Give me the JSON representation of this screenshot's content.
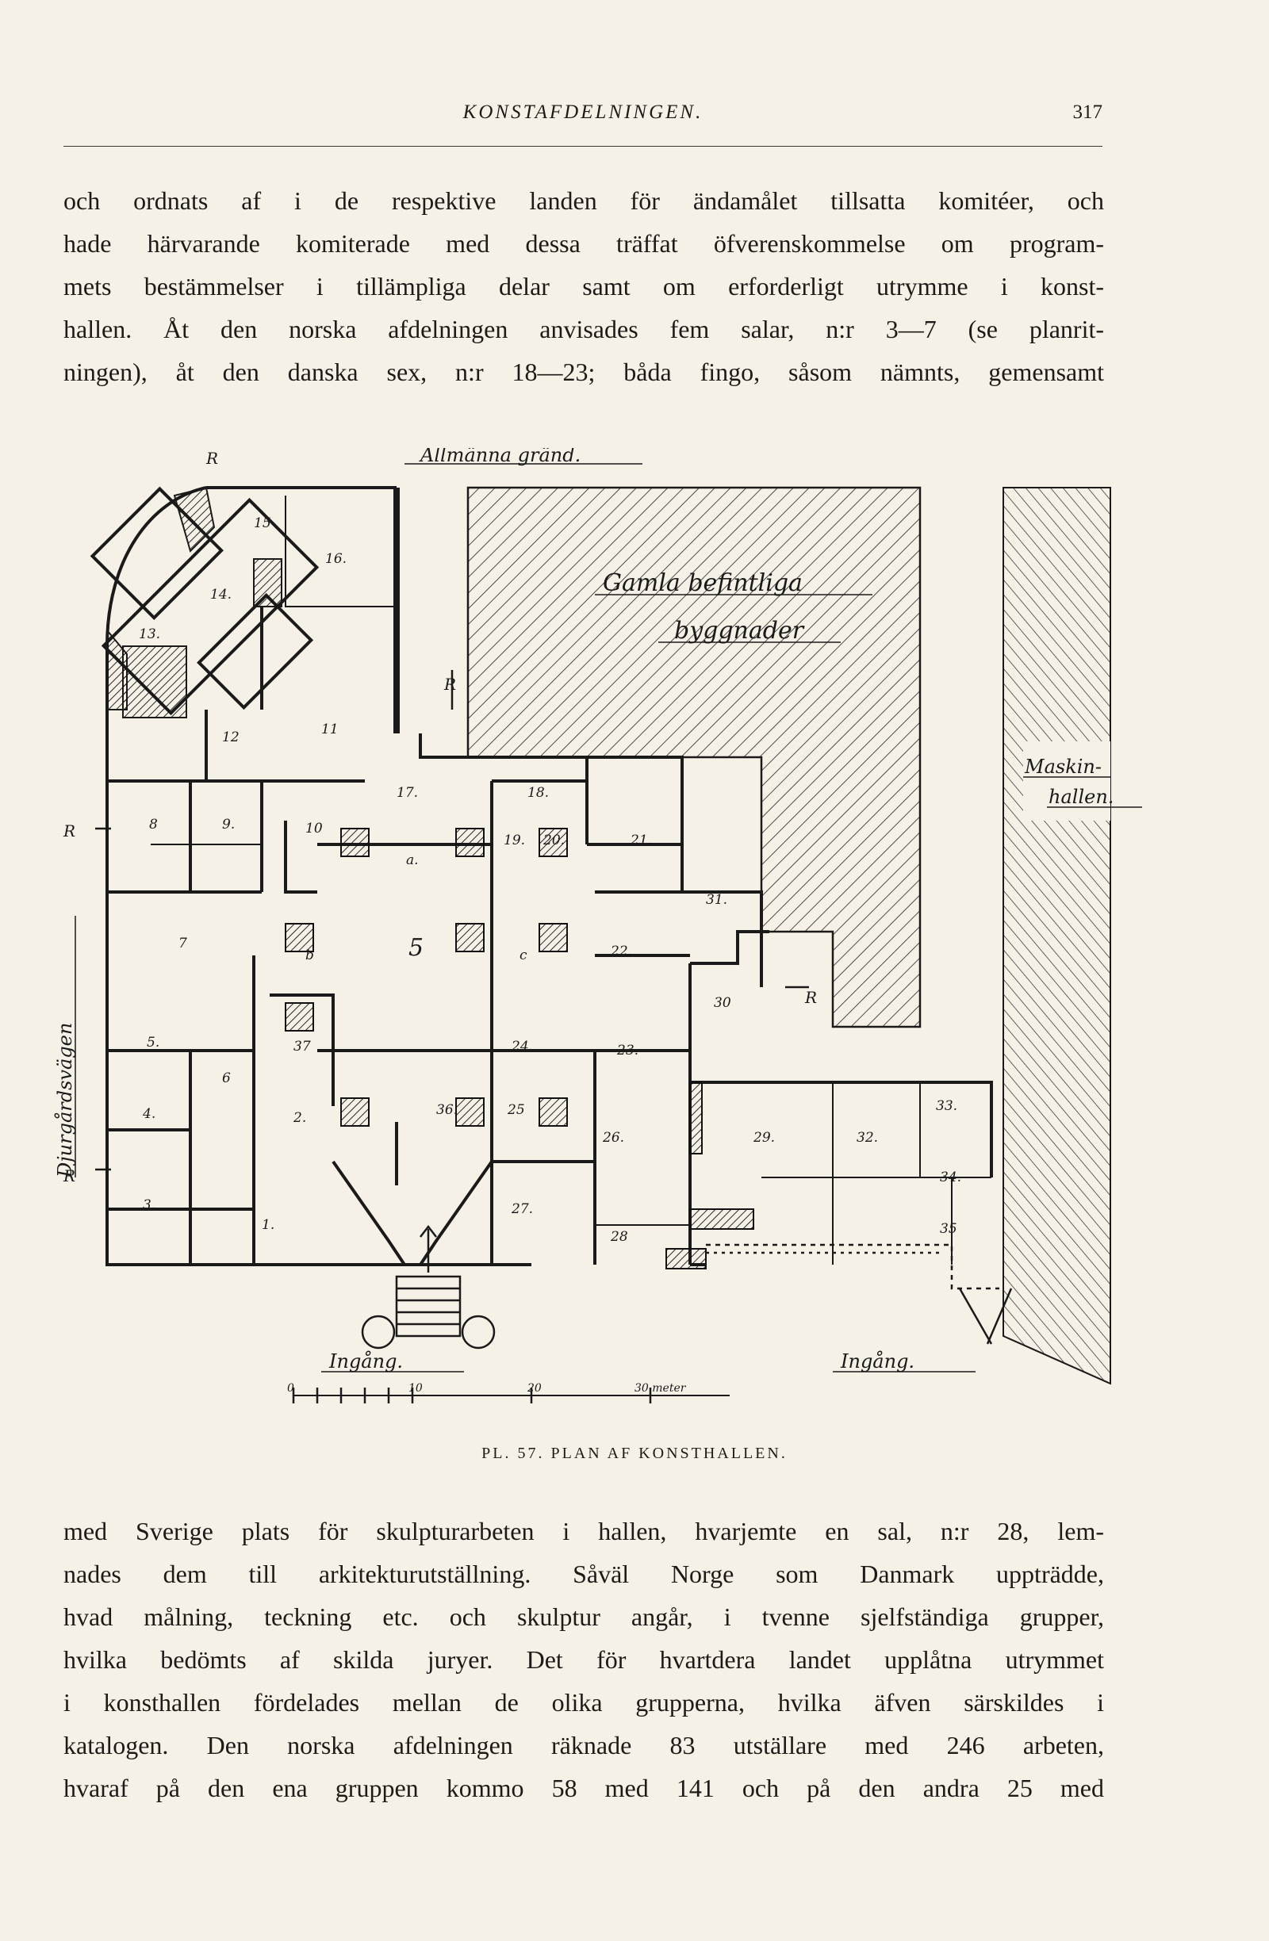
{
  "running_head": {
    "title": "KONSTAFDELNINGEN.",
    "page_number": "317"
  },
  "paragraph_top": [
    "och ordnats af i de respektive landen för ändamålet tillsatta komitéer, och",
    "hade härvarande komiterade med dessa träffat öfverenskommelse om program-",
    "mets bestämmelser i tillämpliga delar samt om erforderligt utrymme i konst-",
    "hallen. Åt den norska afdelningen anvisades fem salar, n:r 3—7 (se planrit-",
    "ningen), åt den danska sex, n:r 18—23; båda fingo, såsom nämnts, gemensamt"
  ],
  "figure": {
    "caption": "PL. 57. PLAN AF KONSTHALLEN.",
    "labels": {
      "street_top": "Allmänna gränd.",
      "old_buildings_1": "Gamla befintliga",
      "old_buildings_2": "byggnader",
      "machine_hall_1": "Maskin-",
      "machine_hall_2": "hallen.",
      "street_left": "Djurgårdsvägen",
      "entrance_main": "Ingång.",
      "entrance_right": "Ingång.",
      "scale_10": "10",
      "scale_20": "20",
      "scale_30": "30 meter",
      "scale_0": "0",
      "toilet_mark": "R"
    },
    "room_numbers": [
      "1.",
      "2.",
      "3.",
      "4.",
      "5.",
      "6",
      "7",
      "8",
      "9.",
      "10",
      "11",
      "12",
      "13.",
      "14.",
      "15",
      "16.",
      "17.",
      "18.",
      "19.",
      "20.",
      "21.",
      "22.",
      "23.",
      "24.",
      "25",
      "26.",
      "27.",
      "28",
      "29.",
      "30",
      "31.",
      "32.",
      "33.",
      "34.",
      "35",
      "36.",
      "37",
      "a.",
      "b",
      "c",
      "5"
    ]
  },
  "paragraph_bottom": [
    "med Sverige plats för skulpturarbeten i hallen, hvarjemte en sal, n:r 28, lem-",
    "nades dem till arkitekturutställning. Såväl Norge som Danmark uppträdde,",
    "hvad målning, teckning etc. och skulptur angår, i tvenne sjelfständiga grupper,",
    "hvilka bedömts af skilda juryer. Det för hvartdera landet upplåtna utrymmet",
    "i konsthallen fördelades mellan de olika grupperna, hvilka äfven särskildes i",
    "katalogen. Den norska afdelningen räknade 83 utställare med 246 arbeten,",
    "hvaraf på den ena gruppen kommo 58 med 141 och på den andra 25 med"
  ]
}
